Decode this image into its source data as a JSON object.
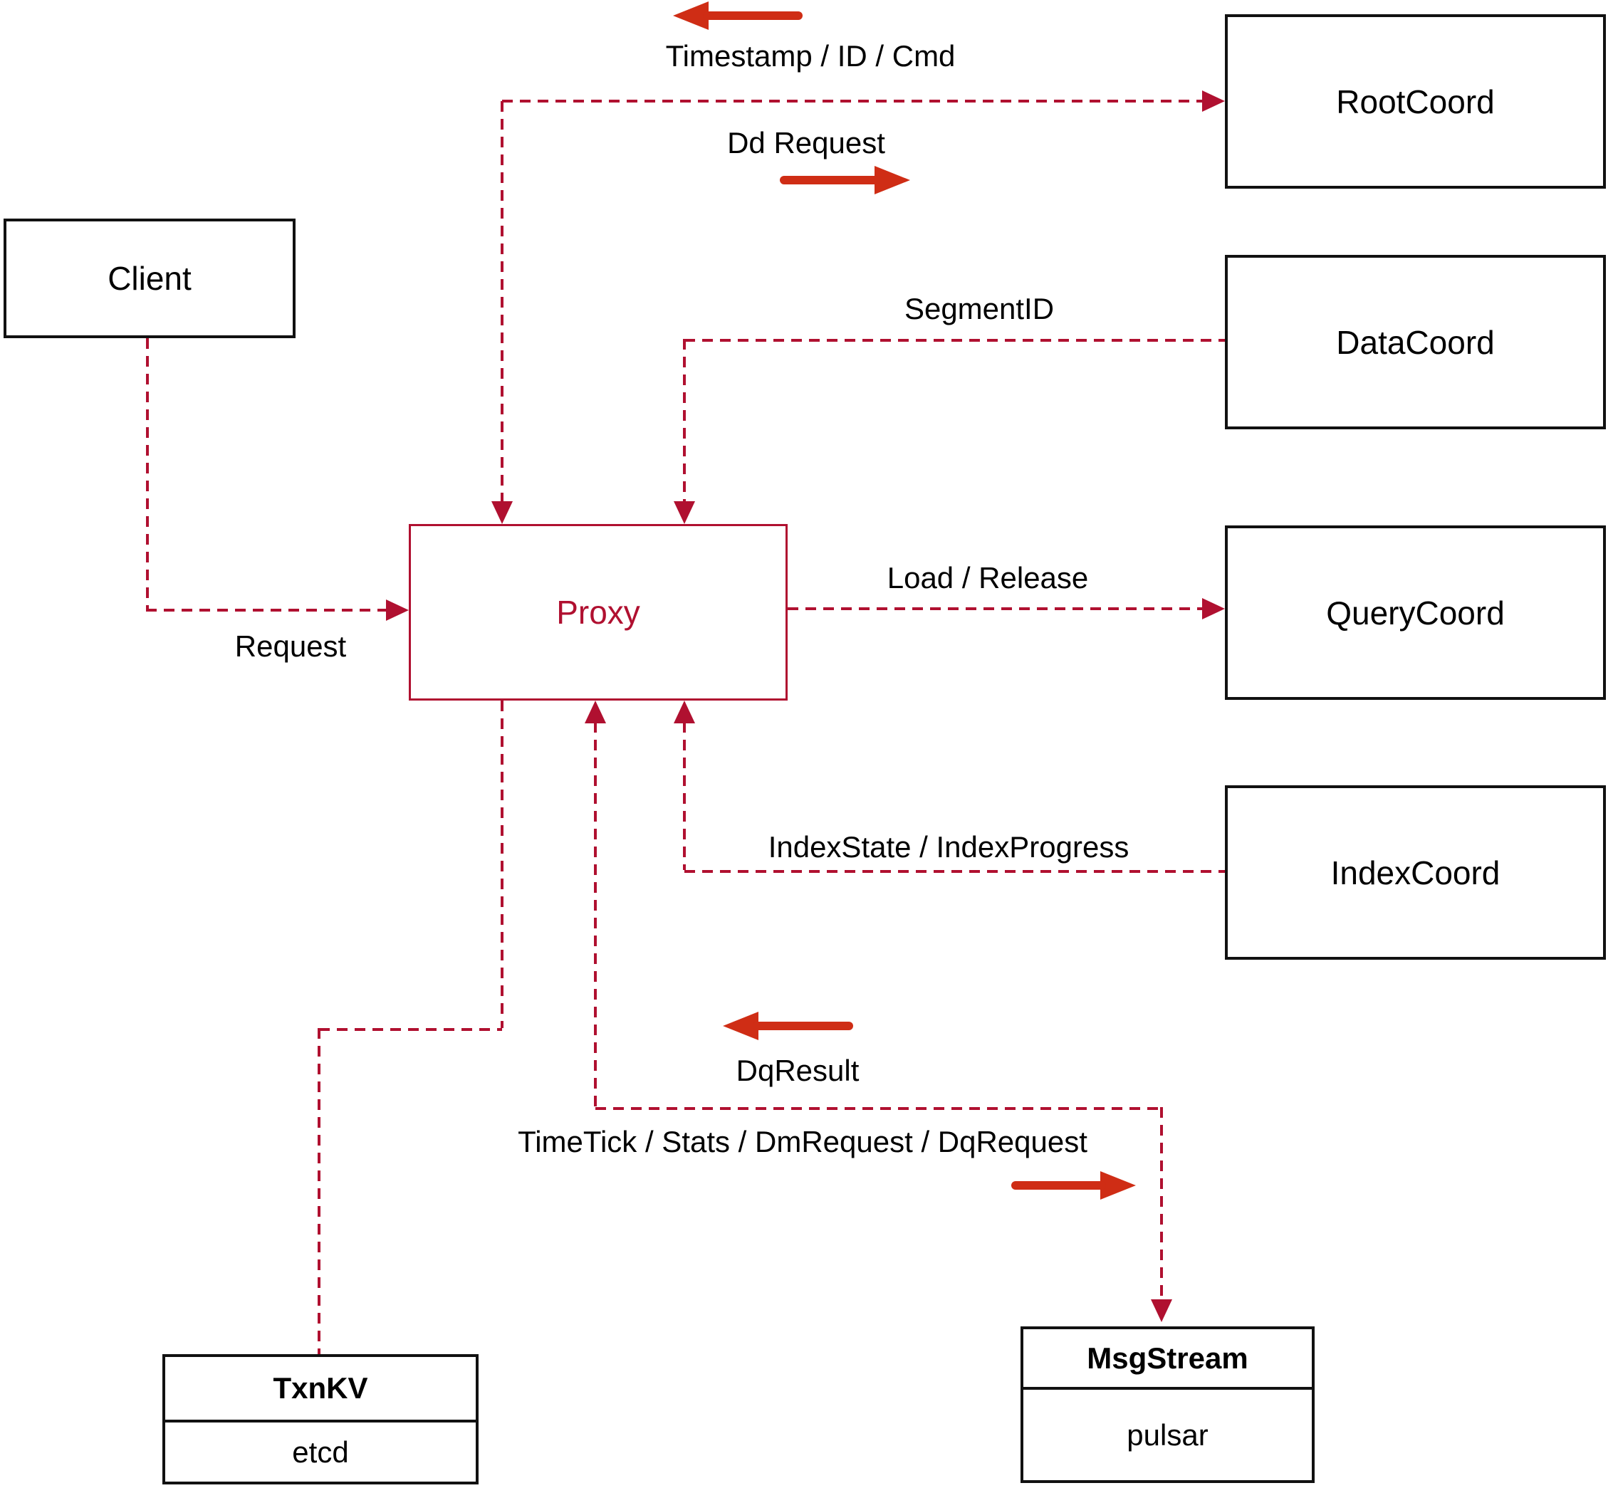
{
  "diagram": {
    "title_hint": "Proxy coordination diagram",
    "nodes": {
      "client": {
        "label": "Client"
      },
      "proxy": {
        "label": "Proxy"
      },
      "rootcoord": {
        "label": "RootCoord"
      },
      "datacoord": {
        "label": "DataCoord"
      },
      "querycoord": {
        "label": "QueryCoord"
      },
      "indexcoord": {
        "label": "IndexCoord"
      },
      "txnkv": {
        "title": "TxnKV",
        "impl": "etcd"
      },
      "msgstream": {
        "title": "MsgStream",
        "impl": "pulsar"
      }
    },
    "edge_labels": {
      "timestamp": "Timestamp / ID / Cmd",
      "dd_request": "Dd Request",
      "segment_id": "SegmentID",
      "load_release": "Load / Release",
      "request": "Request",
      "index_state": "IndexState / IndexProgress",
      "dq_result": "DqResult",
      "timetick": "TimeTick / Stats / DmRequest / DqRequest"
    },
    "colors": {
      "dashed_red": "#b01030",
      "solid_red": "#cf2d15",
      "border_black": "#111111"
    }
  }
}
